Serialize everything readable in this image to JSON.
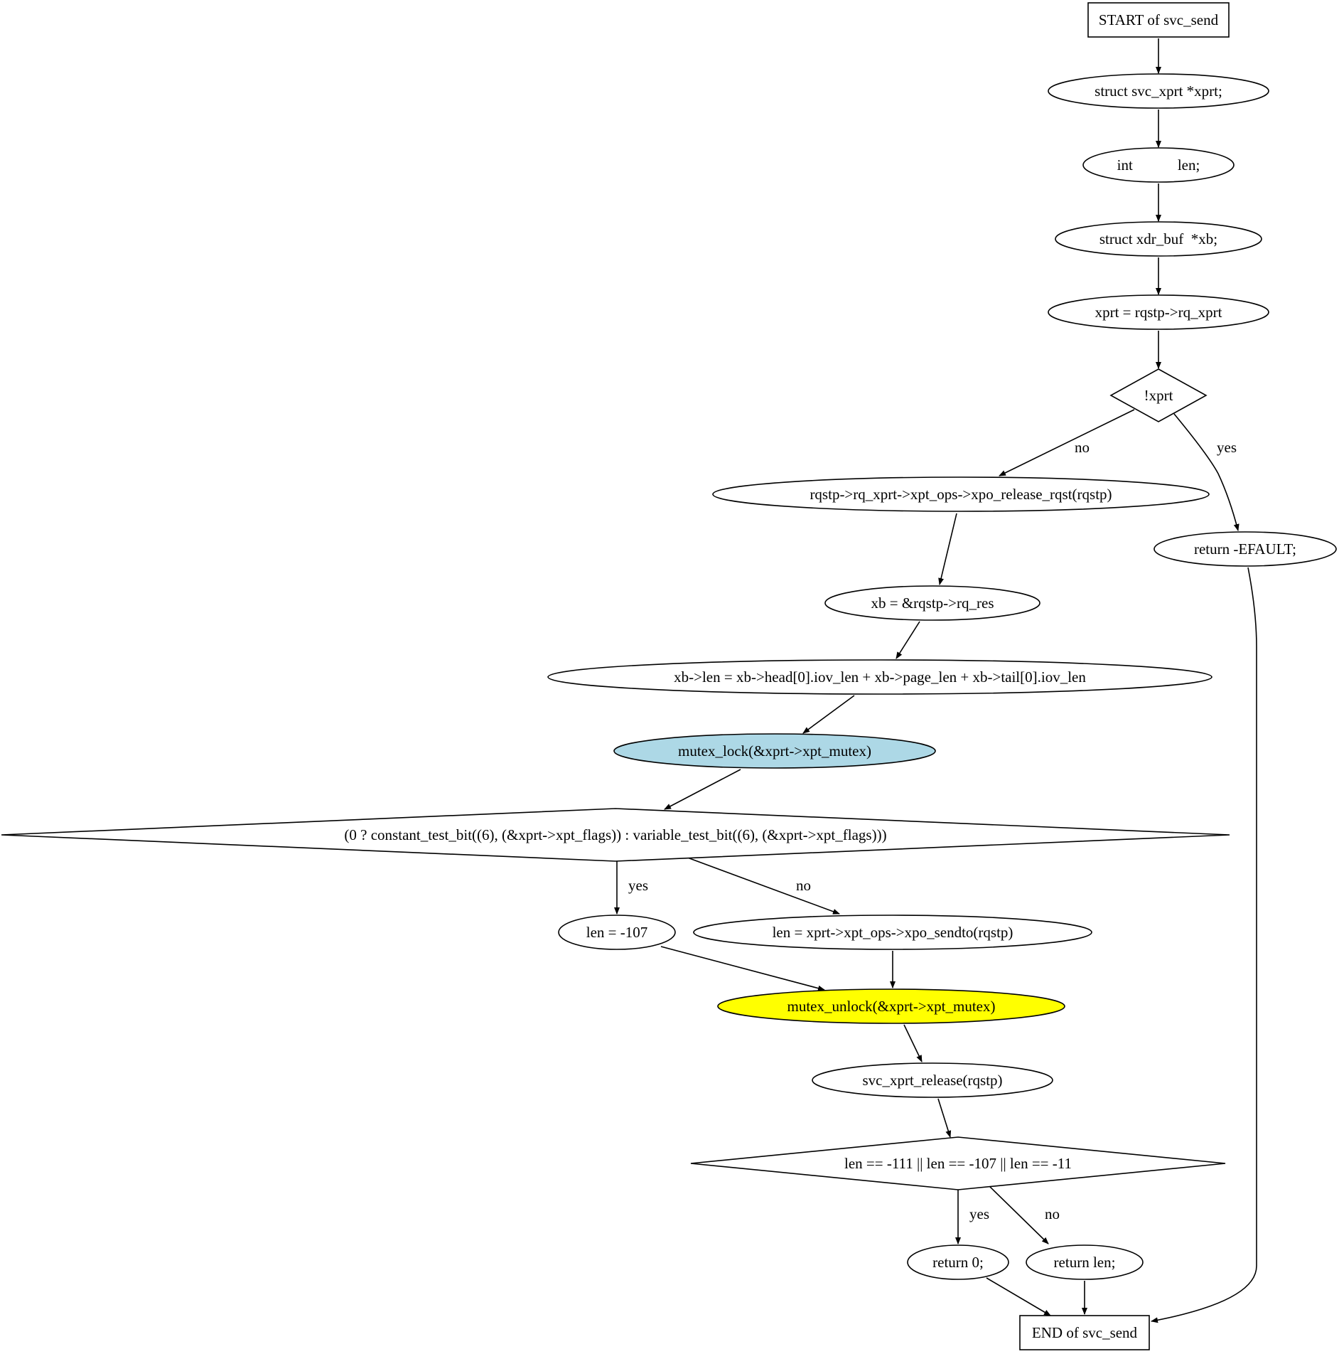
{
  "diagram": {
    "nodes": [
      {
        "id": "start",
        "label": "START of svc_send",
        "shape": "box",
        "fill": "#ffffff"
      },
      {
        "id": "decl_xprt",
        "label": "struct svc_xprt *xprt;",
        "shape": "ellipse",
        "fill": "#ffffff"
      },
      {
        "id": "decl_len",
        "label": "int            len;",
        "shape": "ellipse",
        "fill": "#ffffff"
      },
      {
        "id": "decl_xb",
        "label": "struct xdr_buf  *xb;",
        "shape": "ellipse",
        "fill": "#ffffff"
      },
      {
        "id": "assign_xprt",
        "label": "xprt = rqstp->rq_xprt",
        "shape": "ellipse",
        "fill": "#ffffff"
      },
      {
        "id": "cond_xprt",
        "label": "!xprt",
        "shape": "diamond",
        "fill": "#ffffff"
      },
      {
        "id": "release_rqst",
        "label": "rqstp->rq_xprt->xpt_ops->xpo_release_rqst(rqstp)",
        "shape": "ellipse",
        "fill": "#ffffff"
      },
      {
        "id": "ret_efault",
        "label": "return -EFAULT;",
        "shape": "ellipse",
        "fill": "#ffffff"
      },
      {
        "id": "assign_xb",
        "label": "xb = &rqstp->rq_res",
        "shape": "ellipse",
        "fill": "#ffffff"
      },
      {
        "id": "xb_len",
        "label": "xb->len = xb->head[0].iov_len + xb->page_len + xb->tail[0].iov_len",
        "shape": "ellipse",
        "fill": "#ffffff"
      },
      {
        "id": "mutex_lock",
        "label": "mutex_lock(&xprt->xpt_mutex)",
        "shape": "ellipse",
        "fill": "#add8e6"
      },
      {
        "id": "cond_testbit",
        "label": "(0 ? constant_test_bit((6), (&xprt->xpt_flags)) : variable_test_bit((6), (&xprt->xpt_flags)))",
        "shape": "diamond",
        "fill": "#ffffff"
      },
      {
        "id": "len_107",
        "label": "len = -107",
        "shape": "ellipse",
        "fill": "#ffffff"
      },
      {
        "id": "sendto",
        "label": "len = xprt->xpt_ops->xpo_sendto(rqstp)",
        "shape": "ellipse",
        "fill": "#ffffff"
      },
      {
        "id": "mutex_unlock",
        "label": "mutex_unlock(&xprt->xpt_mutex)",
        "shape": "ellipse",
        "fill": "#ffff00"
      },
      {
        "id": "xprt_release",
        "label": "svc_xprt_release(rqstp)",
        "shape": "ellipse",
        "fill": "#ffffff"
      },
      {
        "id": "cond_len",
        "label": "len == -111 || len == -107 || len == -11",
        "shape": "diamond",
        "fill": "#ffffff"
      },
      {
        "id": "ret_0",
        "label": "return 0;",
        "shape": "ellipse",
        "fill": "#ffffff"
      },
      {
        "id": "ret_len",
        "label": "return len;",
        "shape": "ellipse",
        "fill": "#ffffff"
      },
      {
        "id": "end",
        "label": "END of svc_send",
        "shape": "box",
        "fill": "#ffffff"
      }
    ],
    "edges": [
      {
        "from": "start",
        "to": "decl_xprt",
        "label": ""
      },
      {
        "from": "decl_xprt",
        "to": "decl_len",
        "label": ""
      },
      {
        "from": "decl_len",
        "to": "decl_xb",
        "label": ""
      },
      {
        "from": "decl_xb",
        "to": "assign_xprt",
        "label": ""
      },
      {
        "from": "assign_xprt",
        "to": "cond_xprt",
        "label": ""
      },
      {
        "from": "cond_xprt",
        "to": "release_rqst",
        "label": "no"
      },
      {
        "from": "cond_xprt",
        "to": "ret_efault",
        "label": "yes"
      },
      {
        "from": "release_rqst",
        "to": "assign_xb",
        "label": ""
      },
      {
        "from": "assign_xb",
        "to": "xb_len",
        "label": ""
      },
      {
        "from": "xb_len",
        "to": "mutex_lock",
        "label": ""
      },
      {
        "from": "mutex_lock",
        "to": "cond_testbit",
        "label": ""
      },
      {
        "from": "cond_testbit",
        "to": "len_107",
        "label": "yes"
      },
      {
        "from": "cond_testbit",
        "to": "sendto",
        "label": "no"
      },
      {
        "from": "len_107",
        "to": "mutex_unlock",
        "label": ""
      },
      {
        "from": "sendto",
        "to": "mutex_unlock",
        "label": ""
      },
      {
        "from": "mutex_unlock",
        "to": "xprt_release",
        "label": ""
      },
      {
        "from": "xprt_release",
        "to": "cond_len",
        "label": ""
      },
      {
        "from": "cond_len",
        "to": "ret_0",
        "label": "yes"
      },
      {
        "from": "cond_len",
        "to": "ret_len",
        "label": "no"
      },
      {
        "from": "ret_0",
        "to": "end",
        "label": ""
      },
      {
        "from": "ret_len",
        "to": "end",
        "label": ""
      },
      {
        "from": "ret_efault",
        "to": "end",
        "label": ""
      }
    ]
  }
}
